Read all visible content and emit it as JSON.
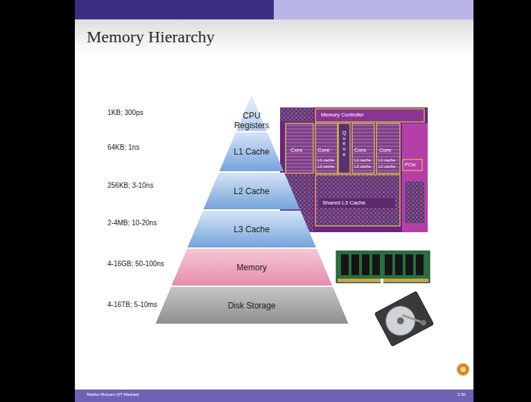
{
  "diagram": {
    "title": "Memory Hierarchy",
    "nodes": [
      {
        "text": [
          "CPU Registers"
        ]
      },
      {
        "text": [
          "L1 Cache"
        ]
      },
      {
        "text": [
          "L2 Cache"
        ]
      },
      {
        "text": [
          "L3 Cache"
        ]
      },
      {
        "text": [
          "Memory"
        ]
      },
      {
        "text": [
          "Disk Storage"
        ]
      }
    ],
    "labels": [
      "1KB; 300ps",
      "64KB; 1ns",
      "256KB; 3-10ns",
      "2-4MB; 10-20ns",
      "4-16GB; 50-100ns",
      "4-16TB; 5-10ms",
      "Memory Controller",
      "Core",
      "Core",
      "Queue",
      "Core",
      "Core",
      "L1 cache",
      "L2 cache",
      "L1 cache",
      "L2 cache",
      "L1 cache",
      "L2 cache",
      "PCIe",
      "Shared L3 Cache",
      "Madhu Mutyam (IIT Madras)",
      "2.30"
    ]
  }
}
